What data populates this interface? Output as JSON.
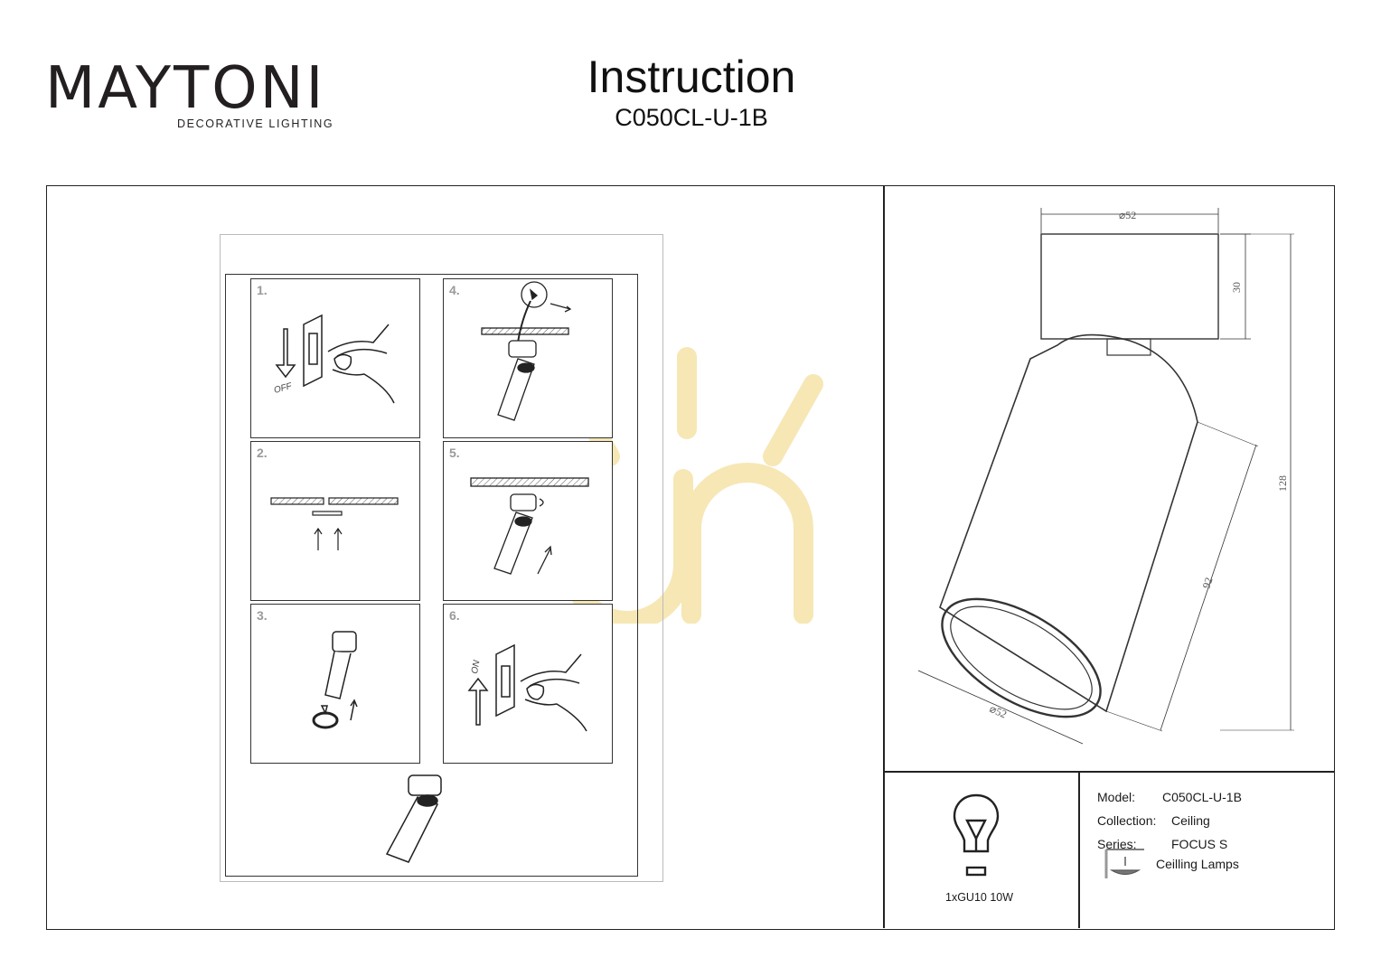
{
  "header": {
    "brand": "MAYTONI",
    "tagline": "DECORATIVE LIGHTING",
    "title": "Instruction",
    "model_code": "C050CL-U-1B"
  },
  "steps": [
    {
      "number": "1.",
      "caption": "OFF"
    },
    {
      "number": "2.",
      "caption": ""
    },
    {
      "number": "3.",
      "caption": ""
    },
    {
      "number": "4.",
      "caption": ""
    },
    {
      "number": "5.",
      "caption": ""
    },
    {
      "number": "6.",
      "caption": "ON"
    }
  ],
  "drawing": {
    "dimensions": {
      "top_diameter": "⌀52",
      "base_height": "30",
      "total_height": "128",
      "body_length": "92",
      "bottom_diameter": "⌀52"
    }
  },
  "spec": {
    "lamp": "1xGU10 10W",
    "model_label": "Model:",
    "model_value": "C050CL-U-1B",
    "collection_label": "Collection:",
    "collection_value": "Ceiling",
    "series_label": "Series:",
    "series_value": "FOCUS S",
    "category": "Ceilling Lamps"
  },
  "colors": {
    "line": "#222222",
    "step_number": "#9a9a9a",
    "watermark": "#f6e7b5"
  }
}
